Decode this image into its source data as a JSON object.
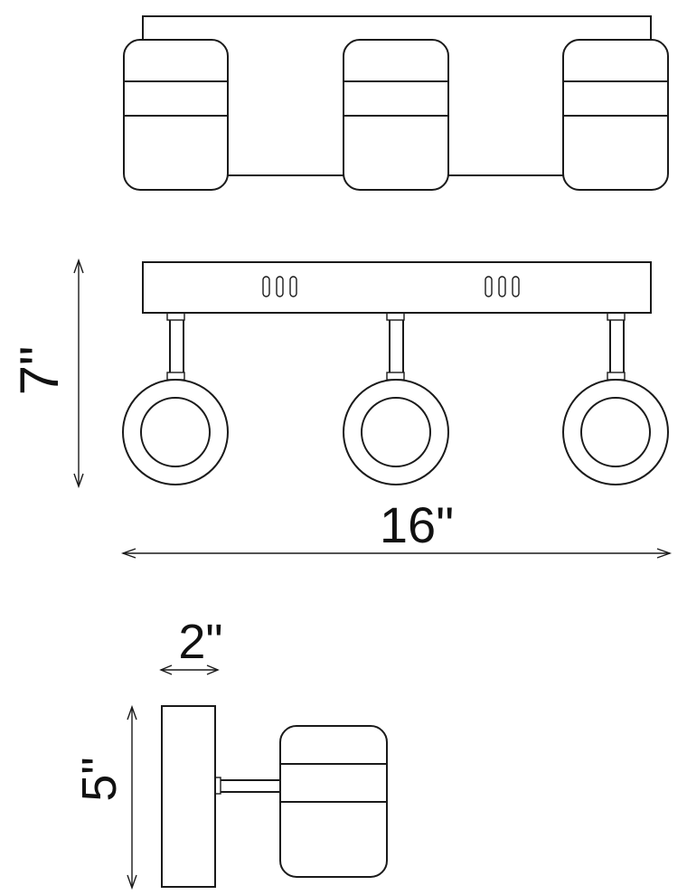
{
  "dimensions": {
    "height": "7\"",
    "width": "16\"",
    "depth": "2\"",
    "backplate_height": "5\""
  }
}
